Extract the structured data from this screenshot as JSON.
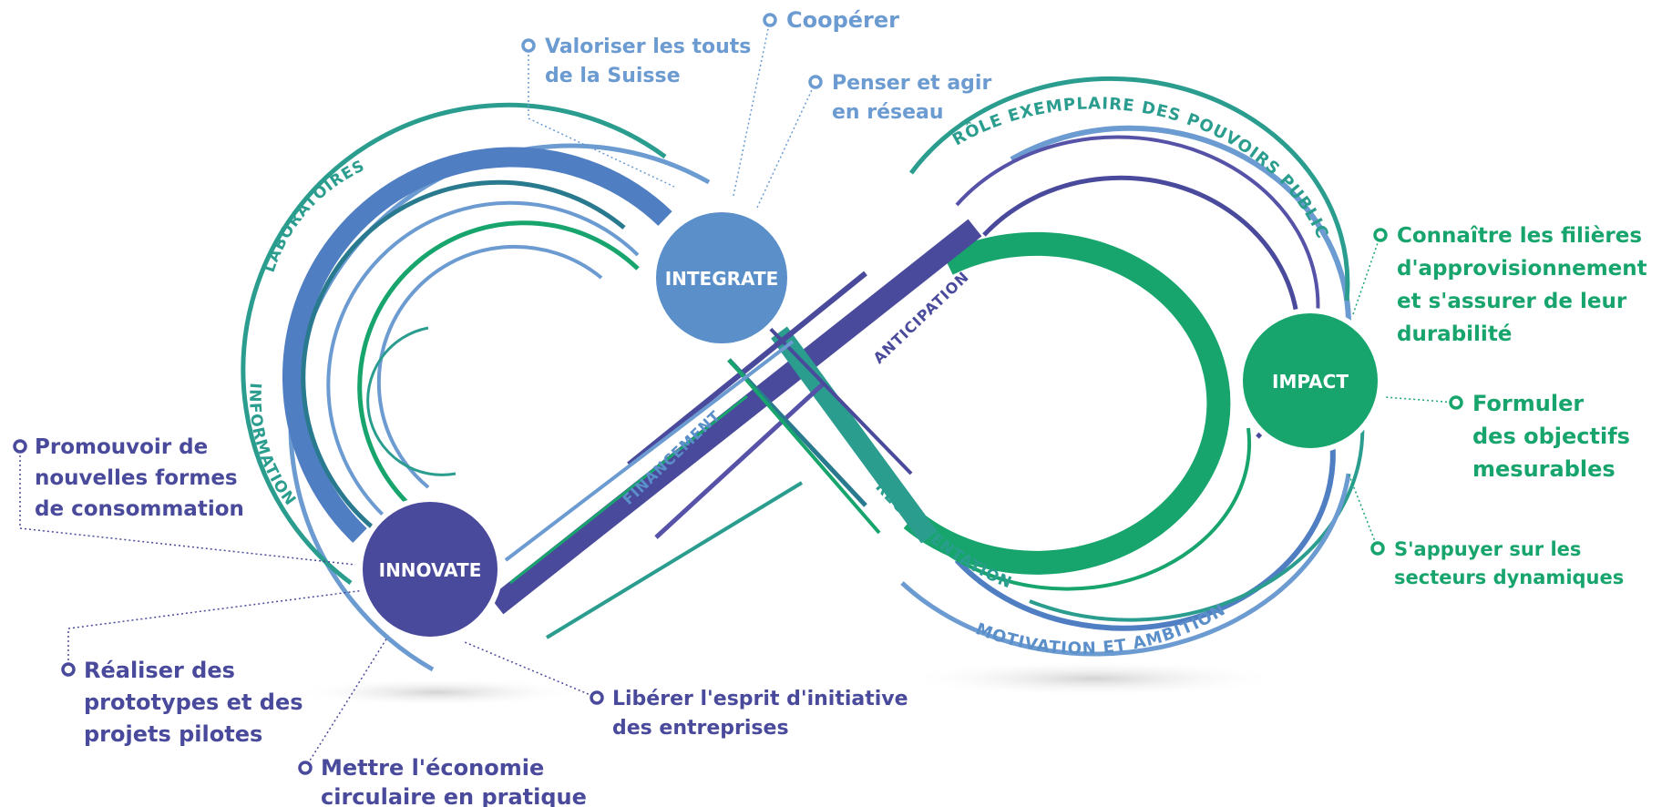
{
  "colors": {
    "integrate": "#5b8fc9",
    "innovate": "#4a4a9c",
    "impact": "#17a56d",
    "teal": "#2a9d8f",
    "violet": "#5552a8",
    "light_blue": "#6b9bd1"
  },
  "nodes": {
    "integrate": "INTEGRATE",
    "innovate": "INNOVATE",
    "impact": "IMPACT"
  },
  "bands": {
    "laboratoires": "LABORATOIRES",
    "information": "INFORMATION",
    "financement": "FINANCEMENT",
    "anticipation": "ANTICIPATION",
    "reglementation": "RÉGLEMENTATION",
    "motivation": "MOTIVATION ET AMBITION",
    "role": "RÔLE EXEMPLAIRE DES POUVOIRS PUBLICS"
  },
  "actions": {
    "valoriser": [
      "Valoriser les touts",
      "de la Suisse"
    ],
    "cooperer": [
      "Coopérer"
    ],
    "penser": [
      "Penser et agir",
      "en réseau"
    ],
    "connaitre": [
      "Connaître les filières",
      "d'approvisionnement",
      "et s'assurer de leur",
      "durabilité"
    ],
    "formuler": [
      "Formuler",
      "des objectifs",
      "mesurables"
    ],
    "appuyer": [
      "S'appuyer sur les",
      "secteurs dynamiques"
    ],
    "promouvoir": [
      "Promouvoir de",
      "nouvelles formes",
      "de consommation"
    ],
    "realiser": [
      "Réaliser des",
      "prototypes et des",
      "projets pilotes"
    ],
    "mettre": [
      "Mettre l'économie",
      "circulaire en pratique"
    ],
    "liberer": [
      "Libérer l'esprit d'initiative",
      "des entreprises"
    ]
  }
}
